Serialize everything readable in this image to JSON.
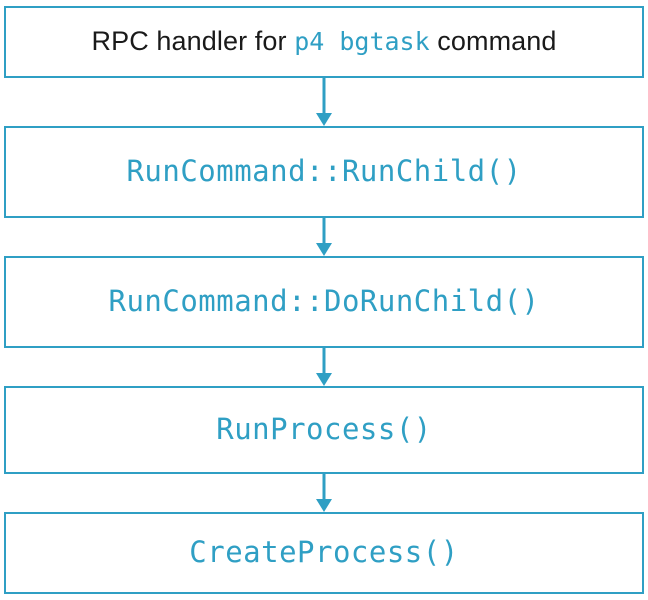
{
  "diagram": {
    "type": "flowchart",
    "orientation": "vertical",
    "colors": {
      "border": "#2f9fc4",
      "code_text": "#2f9fc4",
      "plain_text": "#1a1a1a",
      "background": "#ffffff",
      "arrow": "#2f9fc4"
    },
    "nodes": [
      {
        "id": "node-1",
        "style": "mixed",
        "prefix_text": "RPC handler for ",
        "code_text": "p4 bgtask",
        "suffix_text": " command",
        "full_label": "RPC handler for p4 bgtask command"
      },
      {
        "id": "node-2",
        "style": "code",
        "label": "RunCommand::RunChild()"
      },
      {
        "id": "node-3",
        "style": "code",
        "label": "RunCommand::DoRunChild()"
      },
      {
        "id": "node-4",
        "style": "code",
        "label": "RunProcess()"
      },
      {
        "id": "node-5",
        "style": "code",
        "label": "CreateProcess()"
      }
    ],
    "connectors": [
      {
        "id": "arrow-1",
        "from": "node-1",
        "to": "node-2",
        "direction": "down"
      },
      {
        "id": "arrow-2",
        "from": "node-2",
        "to": "node-3",
        "direction": "down"
      },
      {
        "id": "arrow-3",
        "from": "node-3",
        "to": "node-4",
        "direction": "down"
      },
      {
        "id": "arrow-4",
        "from": "node-4",
        "to": "node-5",
        "direction": "down"
      }
    ]
  }
}
